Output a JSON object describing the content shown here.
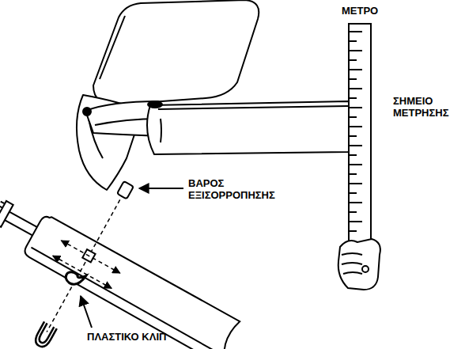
{
  "diagram": {
    "labels": [
      "ΜΕΤΡΟ",
      "ΣΗΜΕΙΟ ΜΕΤΡΗΣΗΣ",
      "ΒΑΡΟΣ ΕΞΙΣΟΡΡΟΠΗΣΗΣ",
      "ΠΛΑΣΤΙΚΟ ΚΛΙΠ"
    ]
  }
}
